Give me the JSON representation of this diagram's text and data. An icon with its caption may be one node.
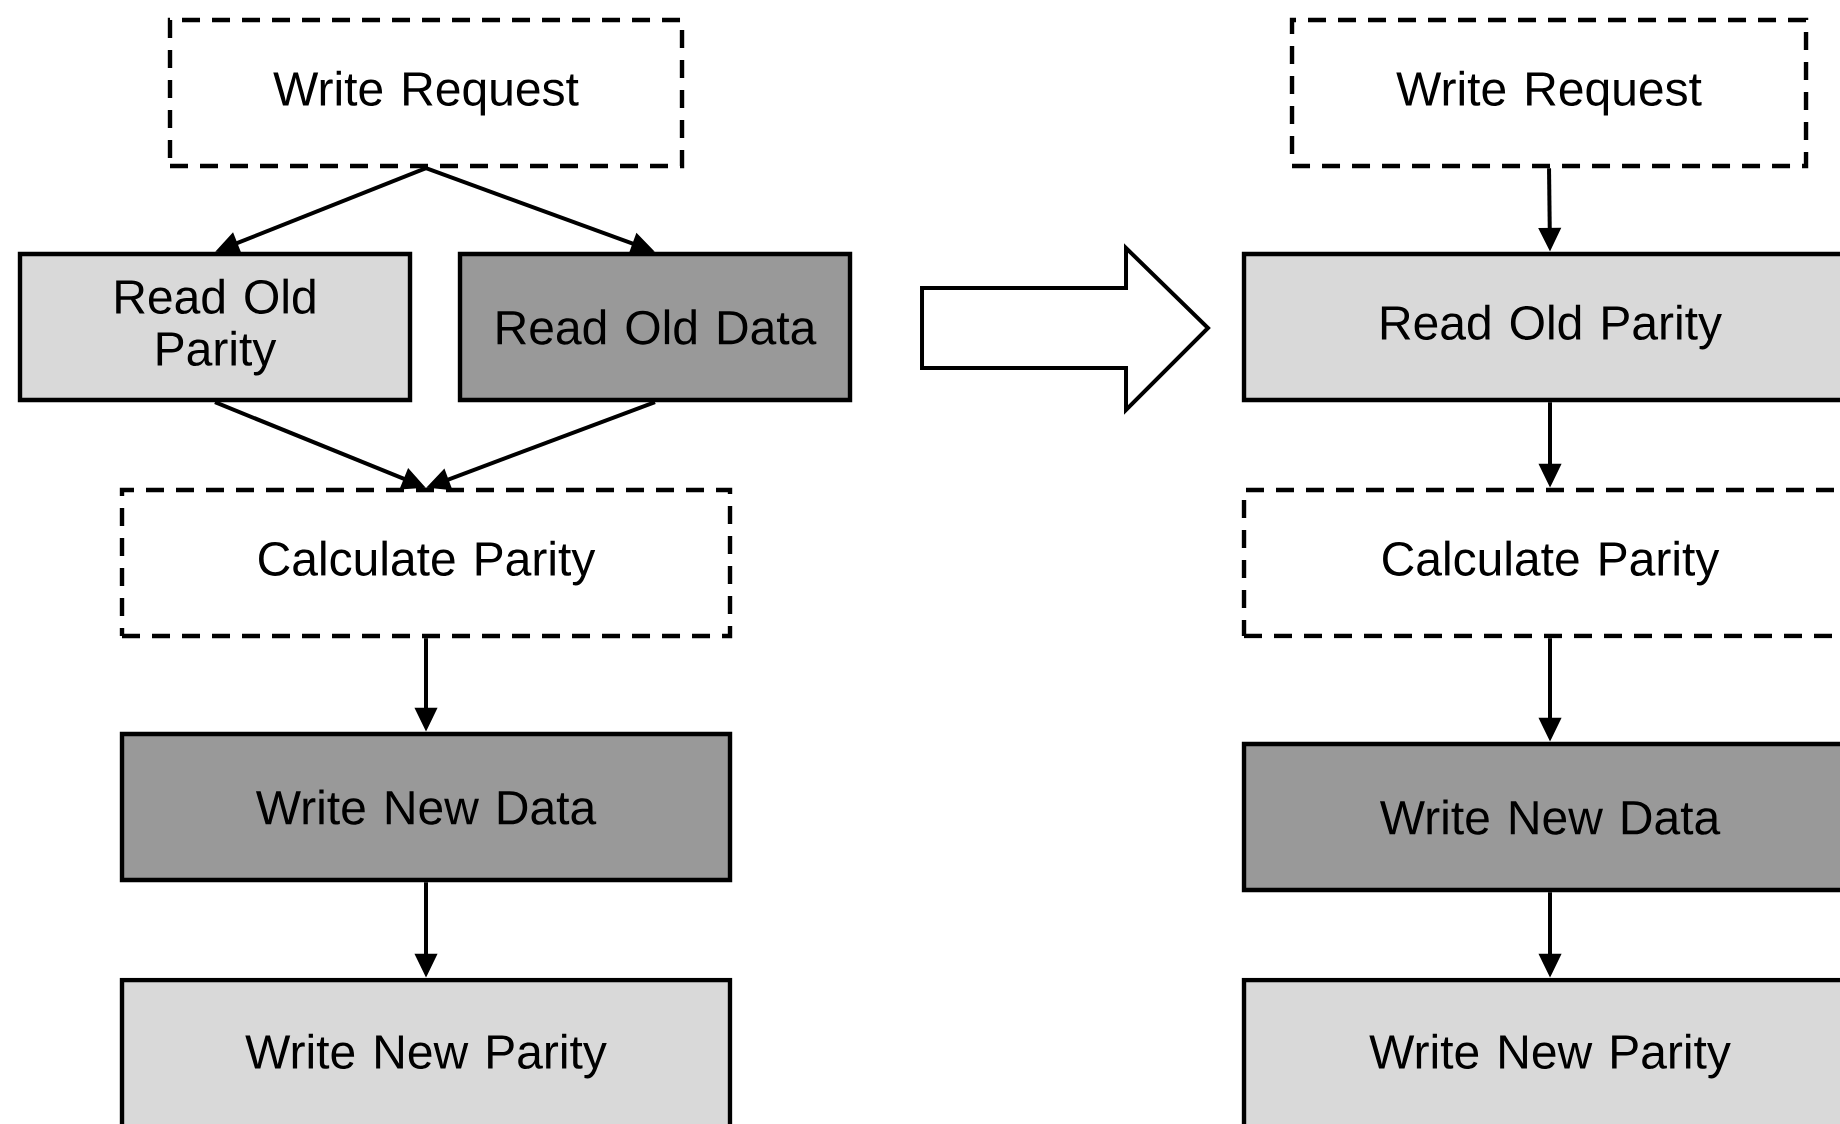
{
  "diagram": {
    "nodes": [
      {
        "text": [
          "Write Request"
        ]
      },
      {
        "text": [
          "Read Old Parity"
        ]
      },
      {
        "text": [
          "Read Old Data"
        ]
      },
      {
        "text": [
          "Calculate Parity"
        ]
      },
      {
        "text": [
          "Write New Data"
        ]
      },
      {
        "text": [
          "Write New Parity"
        ]
      },
      {
        "text": [
          "Write Request"
        ]
      },
      {
        "text": [
          "Read Old Parity"
        ]
      },
      {
        "text": [
          "Calculate Parity"
        ]
      },
      {
        "text": [
          "Write New Data"
        ]
      },
      {
        "text": [
          "Write New Parity"
        ]
      }
    ],
    "edges": [
      {
        "from": 0,
        "to": 1,
        "arrow": "to"
      },
      {
        "from": 0,
        "to": 2,
        "arrow": "to"
      },
      {
        "from": 1,
        "to": 3,
        "arrow": "to"
      },
      {
        "from": 2,
        "to": 3,
        "arrow": "to"
      },
      {
        "from": 3,
        "to": 4,
        "arrow": "to"
      },
      {
        "from": 4,
        "to": 5,
        "arrow": "to"
      },
      {
        "from": 6,
        "to": 7,
        "arrow": "to"
      },
      {
        "from": 7,
        "to": 8,
        "arrow": "to"
      },
      {
        "from": 8,
        "to": 9,
        "arrow": "to"
      },
      {
        "from": 9,
        "to": 10,
        "arrow": "to"
      }
    ]
  }
}
